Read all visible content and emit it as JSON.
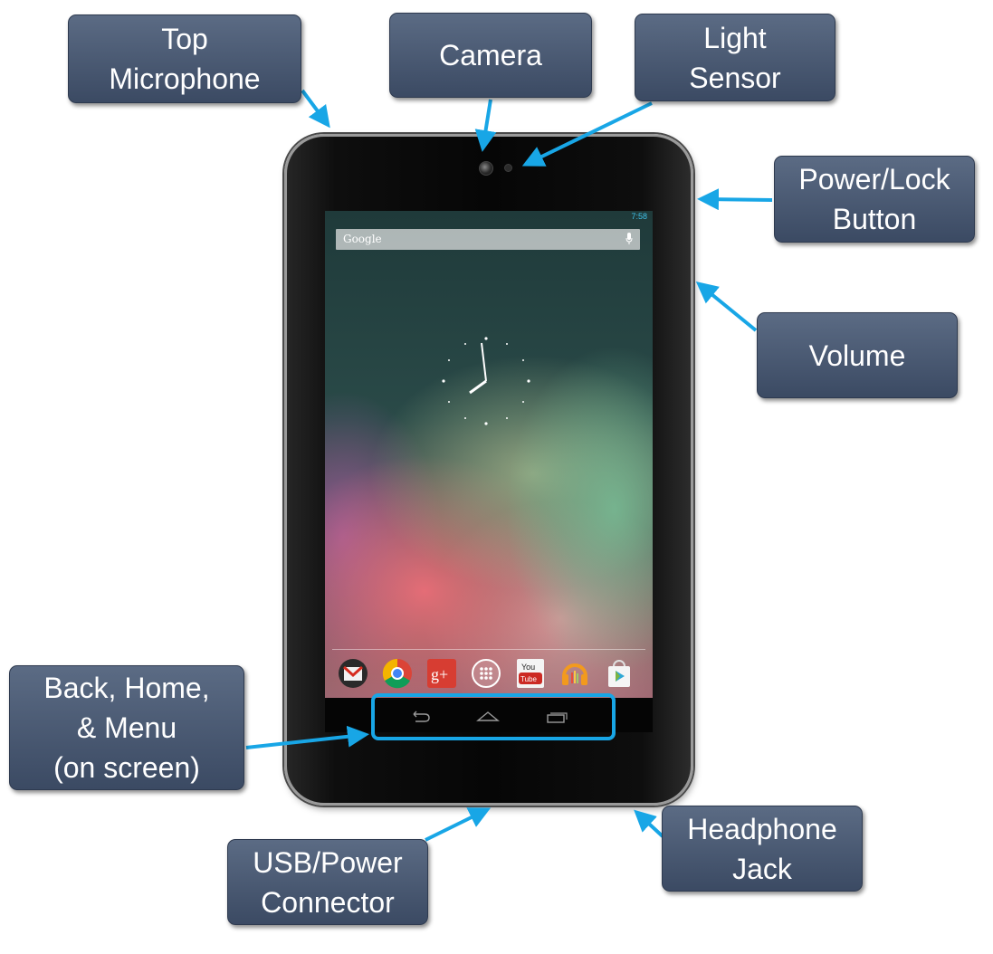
{
  "callouts": {
    "top_microphone": "Top\nMicrophone",
    "camera": "Camera",
    "light_sensor": "Light\nSensor",
    "power_lock": "Power/Lock\nButton",
    "volume": "Volume",
    "back_home_menu": "Back, Home,\n& Menu\n(on screen)",
    "usb_power": "USB/Power\nConnector",
    "headphone": "Headphone\nJack"
  },
  "screen": {
    "status_time": "7:58",
    "search_label": "Google"
  },
  "dock_apps": [
    "gmail-icon",
    "chrome-icon",
    "google-plus-icon",
    "app-drawer-icon",
    "youtube-icon",
    "play-music-icon",
    "play-store-icon"
  ],
  "nav_buttons": [
    "back-icon",
    "home-icon",
    "recent-apps-icon"
  ],
  "colors": {
    "callout_fill": "#4a5a74",
    "arrow": "#18a6e6",
    "nav_highlight": "#18a6e6"
  }
}
